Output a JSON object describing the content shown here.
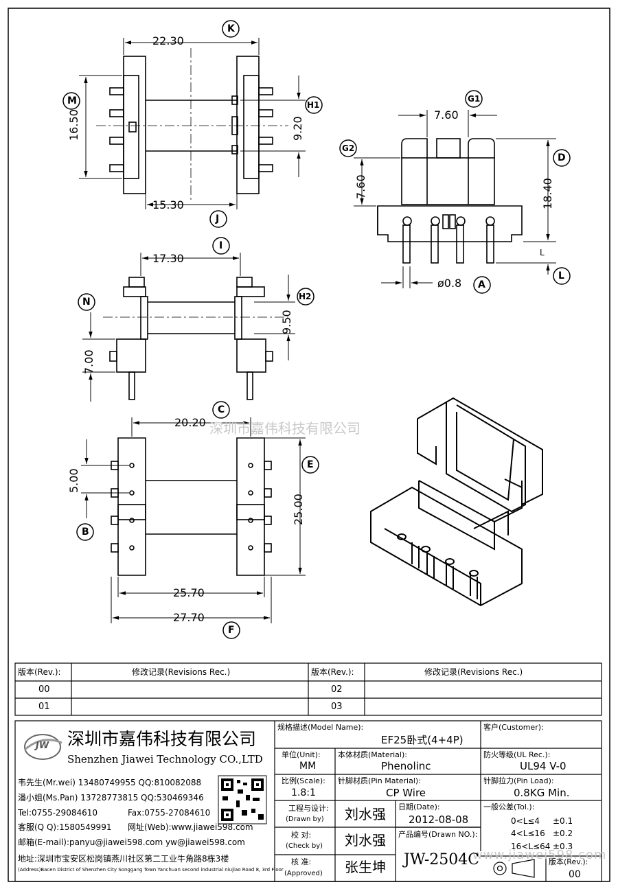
{
  "dims": {
    "k": "22.30",
    "m": "16.50",
    "h1": "9.20",
    "j": "15.30",
    "g1": "7.60",
    "g2": "7.60",
    "d": "18.40",
    "pin": "ø0.8",
    "i": "17.30",
    "h2": "9.50",
    "n": "7.00",
    "c": "20.20",
    "b": "5.00",
    "e": "25.00",
    "f_inner": "25.70",
    "f_outer": "27.70"
  },
  "callouts": {
    "k": "K",
    "m": "M",
    "h1": "H1",
    "j": "J",
    "g1": "G1",
    "g2": "G2",
    "d": "D",
    "l_small": "L",
    "a": "A",
    "l": "L",
    "i": "I",
    "n": "N",
    "h2": "H2",
    "c": "C",
    "e": "E",
    "b": "B",
    "f": "F"
  },
  "watermark": "深圳市嘉伟科技有限公司",
  "watermark_url": "www.jiawei598.com",
  "revisions": {
    "h_rev": "版本(Rev.):",
    "h_rec": "修改记录(Revisions Rec.)",
    "rows": [
      "00",
      "01",
      "02",
      "03"
    ]
  },
  "company": {
    "logo": "JW",
    "name_cn": "深圳市嘉伟科技有限公司",
    "name_en": "Shenzhen Jiawei Technology CO.,LTD",
    "c1": "韦先生(Mr.wei) 13480749955 QQ:810082088",
    "c2": "潘小姐(Ms.Pan) 13728773815 QQ:530469346",
    "c3a": "Tel:0755-29084610",
    "c3b": "Fax:0755-27084610",
    "c4a": "客服(Q Q):1580549991",
    "c4b": "网址(Web):www.jiawei598.com",
    "c5": "邮箱(E-mail):panyu@jiawei598.com  yw@jiawei598.com",
    "addr": "地址:深圳市宝安区松岗镇燕川社区第二工业牛角路8栋3楼",
    "addr_en": "(Address)Bacen District of Shenzhen City Songgang Town Yanchuan  second industrial niujiao Road 8, 3rd Floor"
  },
  "title_block": {
    "model_label": "规格描述(Model Name):",
    "model": "EF25卧式(4+4P)",
    "customer_label": "客户(Customer):",
    "unit_label": "单位(Unit):",
    "unit": "MM",
    "material_label": "本体材质(Material):",
    "material": "Phenolinc",
    "ul_label": "防火等级(UL Rec.):",
    "ul": "UL94 V-0",
    "scale_label": "比例(Scale):",
    "scale": "1.8:1",
    "pinmat_label": "针脚材质(Pin Material):",
    "pinmat": "CP Wire",
    "pinload_label": "针脚拉力(Pin Load):",
    "pinload": "0.8KG Min.",
    "drawn_label": "工程与设计:",
    "drawn_label_en": "(Drawn by)",
    "drawn": "刘水强",
    "date_label": "日期(Date):",
    "date": "2012-08-08",
    "tol_label": "一般公差(Tol.):",
    "tol1a": "0<L≤4",
    "tol1b": "±0.1",
    "tol2a": "4<L≤16",
    "tol2b": "±0.2",
    "tol3a": "16<L≤64",
    "tol3b": "±0.3",
    "check_label": "校  对:",
    "check_label_en": "(Check by)",
    "check": "刘水强",
    "drawno_label": "产品编号(Drawn NO.):",
    "drawno": "JW-2504C",
    "approved_label": "核  准:",
    "approved_label_en": "(Approved)",
    "approved": "张生坤",
    "rev_label": "版本(Rev.):",
    "rev": "00"
  }
}
